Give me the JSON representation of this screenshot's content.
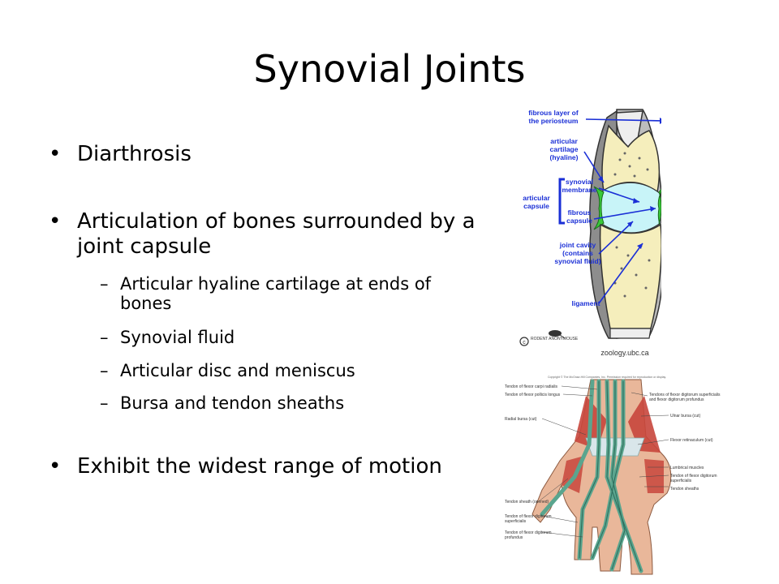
{
  "slide": {
    "title": "Synovial Joints",
    "bullets": [
      {
        "marker": "•",
        "text": "Diarthrosis"
      },
      {
        "marker": "•",
        "text": "Articulation of bones surrounded by a joint capsule"
      },
      {
        "marker": "–",
        "text": "Articular hyaline cartilage at ends of bones"
      },
      {
        "marker": "–",
        "text": "Synovial fluid"
      },
      {
        "marker": "–",
        "text": "Articular disc and meniscus"
      },
      {
        "marker": "–",
        "text": "Bursa and tendon sheaths"
      },
      {
        "marker": "•",
        "text": "Exhibit the widest range of motion"
      }
    ]
  },
  "figure_joint": {
    "labels": {
      "fibrous_layer_1": "fibrous layer of",
      "fibrous_layer_2": "the periosteum",
      "articular_cartilage_1": "articular",
      "articular_cartilage_2": "cartilage",
      "articular_cartilage_3": "(hyaline)",
      "synovial_membrane_1": "synovial",
      "synovial_membrane_2": "membrane",
      "articular_capsule_1": "articular",
      "articular_capsule_2": "capsule",
      "fibrous_capsule_1": "fibrous",
      "fibrous_capsule_2": "capsule",
      "joint_cavity_1": "joint cavity",
      "joint_cavity_2": "(contains",
      "joint_cavity_3": "synovial fluid)",
      "ligament": "ligament"
    },
    "logo_text": "RODENT ANONYMOUSE",
    "credit": "zoology.ubc.ca",
    "colors": {
      "label_blue": "#1a2fd6",
      "bone": "#f5eebc",
      "cartilage": "#c8f4f8",
      "membrane": "#39c939",
      "capsule": "#9a9a9a"
    }
  },
  "figure_hand": {
    "copyright": "Copyright © The McGraw-Hill Companies, Inc. Permission required for reproduction or display.",
    "left_labels": {
      "l1": "Tendon of flexor carpi radialis",
      "l2": "Tendon of flexor pollicis longus",
      "l3": "Radial bursa (cut)",
      "l4": "Tendon sheath (opened)",
      "l5a": "Tendon of flexor digitorum",
      "l5b": "superficialis",
      "l6a": "Tendon of flexor digitorum",
      "l6b": "profundus"
    },
    "right_labels": {
      "r1a": "Tendons of flexor digitorum superficialis",
      "r1b": "and flexor digitorum profundus",
      "r2": "Ulnar bursa (cut)",
      "r3": "Flexor retinaculum (cut)",
      "r4": "Lumbrical muscles",
      "r5a": "Tendon of flexor digitorum",
      "r5b": "superficialis",
      "r6": "Tendon sheaths"
    },
    "colors": {
      "skin": "#e9b79a",
      "muscle": "#c8463c",
      "tendon": "#5aa58e"
    }
  }
}
